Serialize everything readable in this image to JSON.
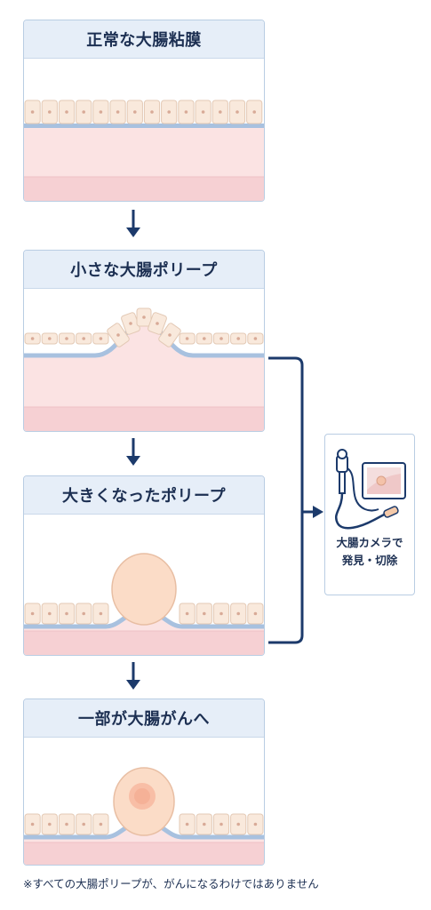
{
  "stages": [
    {
      "title": "正常な大腸粘膜"
    },
    {
      "title": "小さな大腸ポリープ"
    },
    {
      "title": "大きくなったポリープ"
    },
    {
      "title": "一部が大腸がんへ"
    }
  ],
  "endoscope": {
    "line1": "大腸カメラで",
    "line2": "発見・切除",
    "icon": "colonoscope-icon"
  },
  "footnote": "※すべての大腸ポリープが、がんになるわけではありません",
  "colors": {
    "navy": "#1c3a6b",
    "cell_fill": "#f9e9dc",
    "cell_border": "#e3c9b5",
    "basement": "#a8c1df",
    "tissue": "#fbe1e1",
    "tissue_deep": "#f6cfd1",
    "polyp": "#fbdcc7",
    "cancer": "#f7b9a0"
  }
}
